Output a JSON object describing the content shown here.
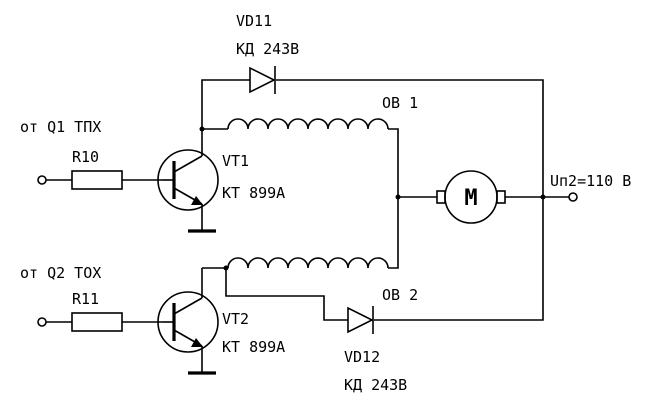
{
  "labels": {
    "vd11_ref": "VD11",
    "vd11_type": "КД 243В",
    "vd12_ref": "VD12",
    "vd12_type": "КД 243В",
    "input1": "от Q1 ТПХ",
    "input2": "от Q2 ТОХ",
    "r10": "R10",
    "r11": "R11",
    "vt1_ref": "VT1",
    "vt1_type": "КТ 899А",
    "vt2_ref": "VT2",
    "vt2_type": "КТ 899А",
    "ov1": "ОВ 1",
    "ov2": "ОВ 2",
    "motor": "М",
    "supply": "Uп2=110 В"
  }
}
